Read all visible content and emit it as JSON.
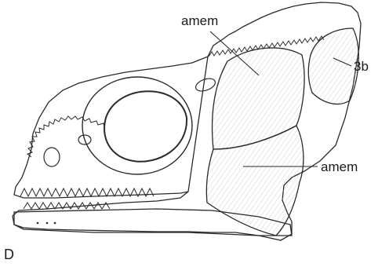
{
  "figure": {
    "panel_letter": "D",
    "labels": {
      "amem_upper": "amem",
      "muscle_3b": "3b",
      "amem_lower": "amem"
    }
  }
}
